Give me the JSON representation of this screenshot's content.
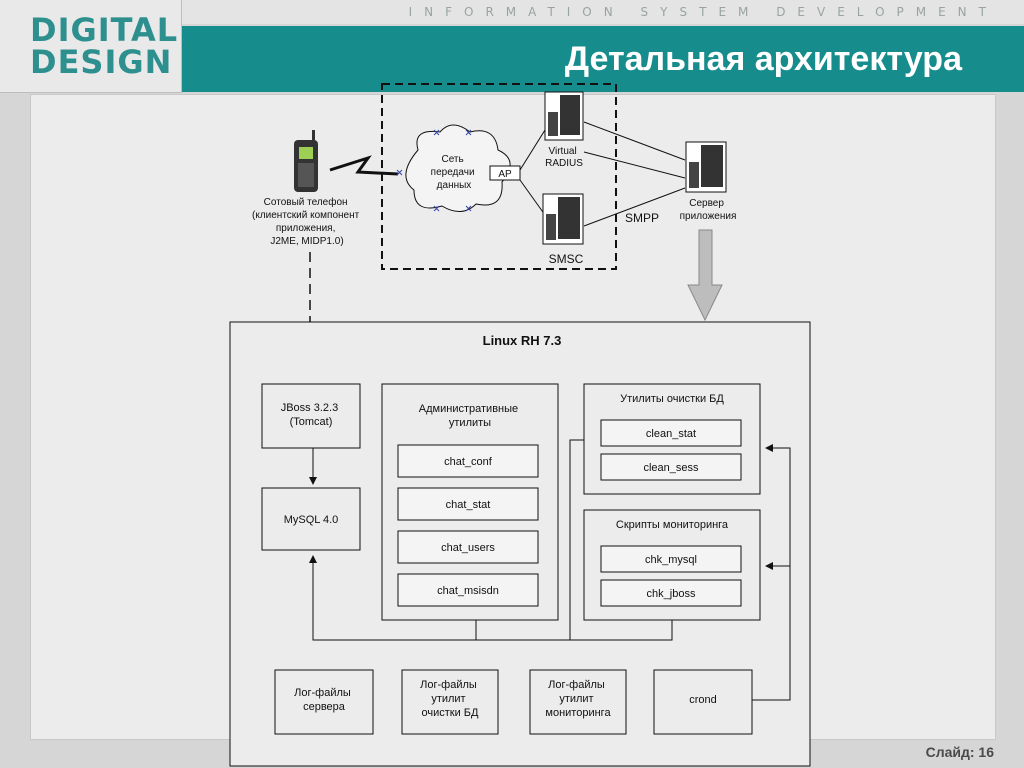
{
  "header": {
    "logo_line1": "DIGITAL",
    "logo_line2": "DESIGN",
    "tagline": "INFORMATION SYSTEM DEVELOPMENT",
    "title": "Детальная архитектура"
  },
  "footer": {
    "slide": "Слайд: 16"
  },
  "diagram": {
    "phone_label": [
      "Сотовый телефон",
      "(клиентский компонент",
      "приложения,",
      "J2ME, MIDP1.0)"
    ],
    "network_label": [
      "Сеть",
      "передачи",
      "данных"
    ],
    "ap_label": "AP",
    "radius_label": [
      "Virtual",
      "RADIUS"
    ],
    "smsc_label": "SMSC",
    "smpp_label": "SMPP",
    "app_server_label": [
      "Сервер",
      "приложения"
    ],
    "os_title": "Linux RH 7.3",
    "jboss_label": [
      "JBoss 3.2.3",
      "(Tomcat)"
    ],
    "mysql_label": "MySQL 4.0",
    "admin_title": [
      "Административные",
      "утилиты"
    ],
    "admin_items": [
      "chat_conf",
      "chat_stat",
      "chat_users",
      "chat_msisdn"
    ],
    "cleanup_title": "Утилиты очистки БД",
    "cleanup_items": [
      "clean_stat",
      "clean_sess"
    ],
    "monitor_title": "Скрипты мониторинга",
    "monitor_items": [
      "chk_mysql",
      "chk_jboss"
    ],
    "logs": [
      [
        "Лог-файлы",
        "сервера"
      ],
      [
        "Лог-файлы",
        "утилит",
        "очистки БД"
      ],
      [
        "Лог-файлы",
        "утилит",
        "мониторинга"
      ]
    ],
    "crond_label": "crond"
  }
}
